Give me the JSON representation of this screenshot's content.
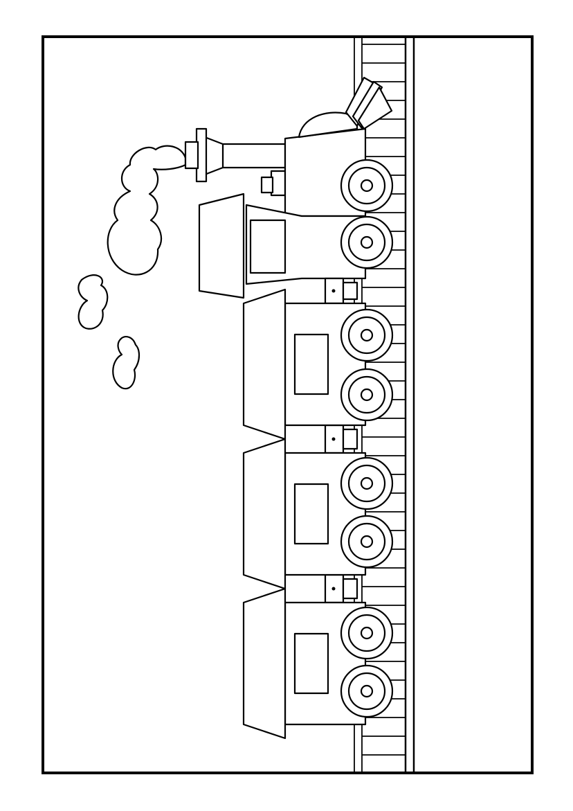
{
  "scene": {
    "subject": "coloring-page-steam-train",
    "colors": {
      "line": "#000000",
      "paper": "#ffffff"
    },
    "cars": [
      "locomotive",
      "coal-tender",
      "wagon",
      "wagon",
      "wagon"
    ]
  }
}
